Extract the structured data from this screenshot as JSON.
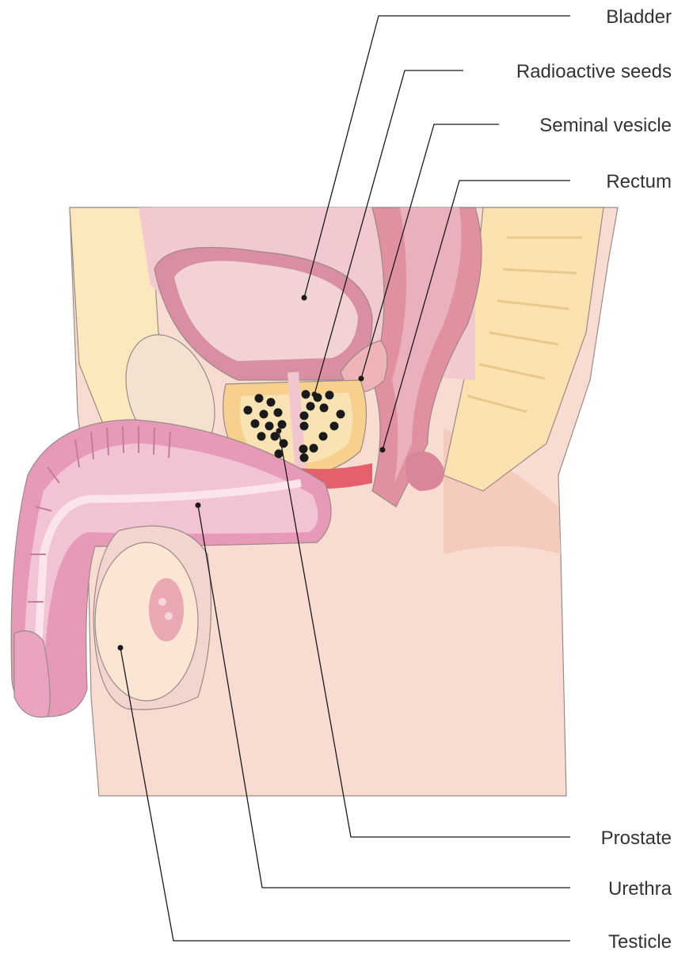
{
  "labels": {
    "bladder": "Bladder",
    "radioactive_seeds": "Radioactive seeds",
    "seminal_vesicle": "Seminal vesicle",
    "rectum": "Rectum",
    "prostate": "Prostate",
    "urethra": "Urethra",
    "testicle": "Testicle"
  },
  "colors": {
    "skin": "#f8dcd2",
    "fat": "#fbe9bd",
    "bladder_wall": "#d98ea3",
    "bladder_lumen": "#f2d2d2",
    "penis_tissue": "#e79ab7",
    "prostate": "#f6d08c",
    "rectum": "#e0909f",
    "seeds": "#1a1a1a",
    "leader_line": "#1a1a1a"
  }
}
